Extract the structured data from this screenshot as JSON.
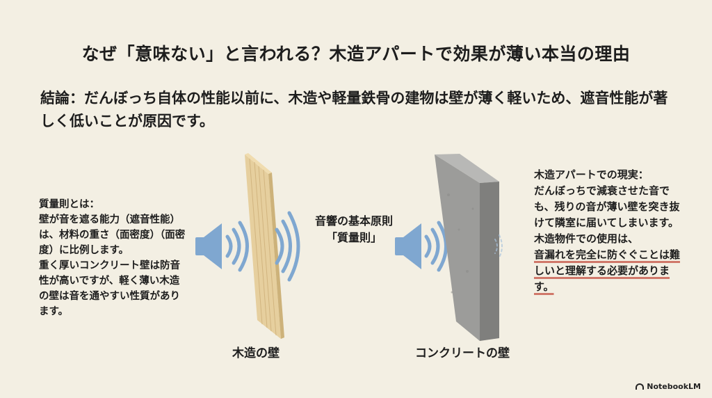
{
  "title": "なぜ「意味ない」と言われる？木造アパートで効果が薄い本当の理由",
  "conclusion": "結論：だんぼっち自体の性能以前に、木造や軽量鉄骨の建物は壁が薄く軽いため、遮音性能が著しく低いことが原因です。",
  "left_text": {
    "heading": "質量則とは：",
    "body_1": "壁が音を遮る能力（遮音性能）は、材料の重さ（面密度）（面密度）に比例します。",
    "body_2": "重く厚いコンクリート壁は防音性が高いですが、軽く薄い木造の壁は音を通やすい性質があります。"
  },
  "center_label": {
    "line1": "音響の基本原則",
    "line2": "「質量則」"
  },
  "wood_label": "木造の壁",
  "concrete_label": "コンクリートの壁",
  "right_text": {
    "heading": "木造アパートでの現実：",
    "body_1": "だんぼっちで減衰させた音でも、残りの音が薄い壁を突き抜けて隣室に届いてしまいます。",
    "body_2": "木造物件での使用は、",
    "underlined": "音漏れを完全に防ぐぐことは難しいと理解する必要があります。"
  },
  "brand": "NotebookLM",
  "colors": {
    "background": "#f3efe3",
    "sound_blue": "#7fa7d0",
    "wood": "#e6cf9e",
    "concrete": "#9c9c9a",
    "underline": "#d0786a"
  },
  "icons": [
    "speaker-icon",
    "sound-wave-icon",
    "notebooklm-logo-icon"
  ]
}
